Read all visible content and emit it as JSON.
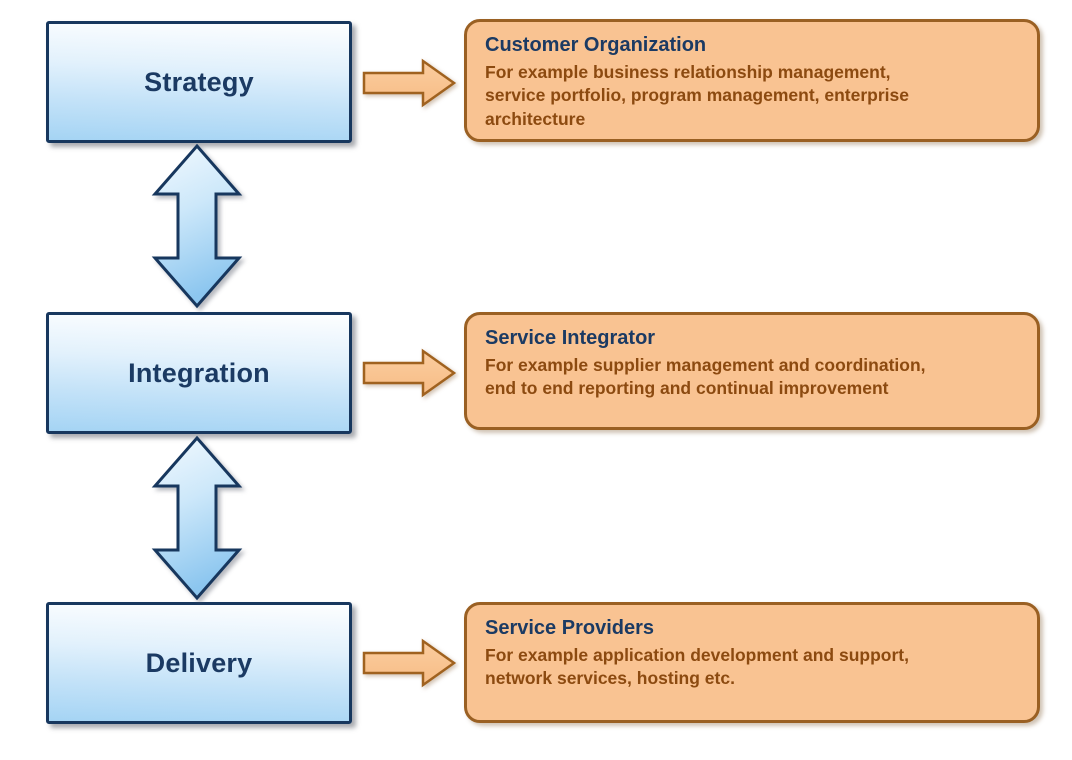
{
  "diagram": {
    "title": "Service integration layers diagram",
    "background_color": "#ffffff",
    "colors": {
      "blue_box_border": "#17375E",
      "blue_box_fill_top": "#FDFEFF",
      "blue_box_fill_bottom": "#A5D4F4",
      "navy_text": "#1B3A63",
      "orange_box_fill": "#F9C392",
      "orange_box_border": "#9A6023",
      "orange_body_text": "#8C4A10",
      "blue_arrow_fill_light": "#F0F8FE",
      "blue_arrow_fill_dark": "#8CC6EF",
      "orange_arrow_fill": "#F9C392",
      "orange_arrow_border": "#A0621F"
    },
    "layers": [
      {
        "label": "Strategy",
        "detail_title": "Customer Organization",
        "detail_body": "For example business relationship management,\nservice portfolio, program management, enterprise\narchitecture"
      },
      {
        "label": "Integration",
        "detail_title": "Service Integrator",
        "detail_body": "For example supplier management and coordination,\nend to end reporting and continual improvement"
      },
      {
        "label": "Delivery",
        "detail_title": "Service Providers",
        "detail_body": "For example application development and support,\nnetwork services, hosting etc."
      }
    ],
    "connectors": {
      "vertical_arrows": [
        "strategy-integration",
        "integration-delivery"
      ],
      "horizontal_arrows": [
        "strategy-to-customer-organization",
        "integration-to-service-integrator",
        "delivery-to-service-providers"
      ]
    }
  }
}
